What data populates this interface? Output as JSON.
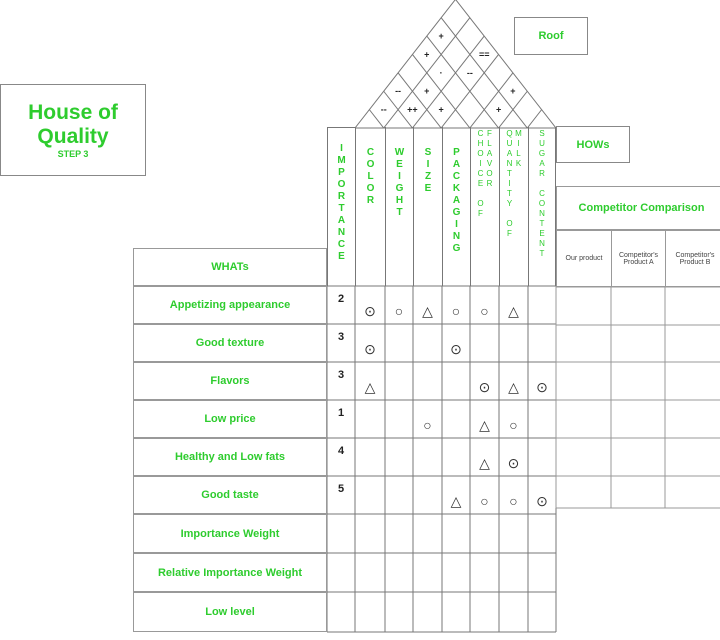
{
  "title": {
    "line1": "House of",
    "line2": "Quality",
    "step": "STEP 3"
  },
  "roof_label": "Roof",
  "hows_label": "HOWs",
  "importance_header": "IMPORTANCE",
  "hows": [
    "COLOR",
    "WEIGHT",
    "SIZE",
    "PACKAGING",
    "CHOICE OF FLAVOR",
    "QUANTITY OF MILK",
    "SUGAR CONTENT"
  ],
  "whats_header": "WHATs",
  "whats": [
    {
      "label": "Appetizing appearance",
      "importance": "2",
      "rel": [
        "⊙",
        "○",
        "△",
        "○",
        "○",
        "△",
        ""
      ]
    },
    {
      "label": "Good texture",
      "importance": "3",
      "rel": [
        "⊙",
        "",
        "",
        "⊙",
        "",
        "",
        ""
      ]
    },
    {
      "label": "Flavors",
      "importance": "3",
      "rel": [
        "△",
        "",
        "",
        "",
        "⊙",
        "△",
        "⊙"
      ]
    },
    {
      "label": "Low price",
      "importance": "1",
      "rel": [
        "",
        "",
        "○",
        "",
        "△",
        "○",
        ""
      ]
    },
    {
      "label": "Healthy and Low fats",
      "importance": "4",
      "rel": [
        "",
        "",
        "",
        "",
        "△",
        "⊙",
        ""
      ]
    },
    {
      "label": "Good taste",
      "importance": "5",
      "rel": [
        "",
        "",
        "",
        "△",
        "○",
        "○",
        "⊙"
      ]
    }
  ],
  "bottom_rows": [
    "Importance Weight",
    "Relative Importance Weight",
    "Low level"
  ],
  "competitor": {
    "title": "Competitor Comparison",
    "columns": [
      "Our product",
      "Competitor's Product A",
      "Competitor's Product B"
    ]
  },
  "roof_correlations": [
    {
      "a": 0,
      "b": 5,
      "sym": "+"
    },
    {
      "a": 0,
      "b": 4,
      "sym": "+"
    },
    {
      "a": 2,
      "b": 6,
      "sym": "=="
    },
    {
      "a": 1,
      "b": 4,
      "sym": "·"
    },
    {
      "a": 2,
      "b": 5,
      "sym": "--"
    },
    {
      "a": 0,
      "b": 2,
      "sym": "--"
    },
    {
      "a": 1,
      "b": 3,
      "sym": "+"
    },
    {
      "a": 4,
      "b": 6,
      "sym": "+"
    },
    {
      "a": 0,
      "b": 1,
      "sym": "--"
    },
    {
      "a": 1,
      "b": 2,
      "sym": "++"
    },
    {
      "a": 2,
      "b": 3,
      "sym": "+"
    },
    {
      "a": 4,
      "b": 5,
      "sym": "+"
    }
  ]
}
